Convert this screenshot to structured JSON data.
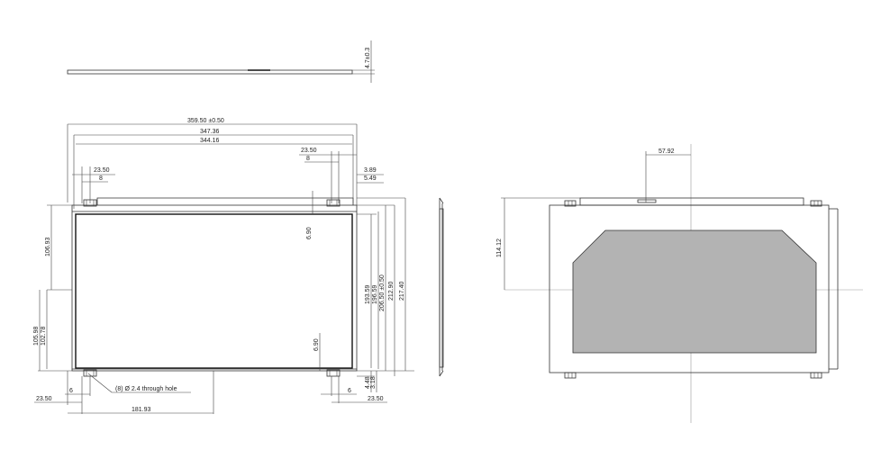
{
  "colors": {
    "line": "#333333",
    "dim": "#444444",
    "background": "#ffffff",
    "panel_fill": "#b3b3b3"
  },
  "side_view": {
    "thickness": "4.7±0.3"
  },
  "front_view": {
    "overall_width": "359.50 ±0.50",
    "width_2": "347.36",
    "width_3": "344.16",
    "top_left_offset": "23.50",
    "top_left_hole": "8",
    "top_right_offset": "23.50",
    "top_right_hole": "8",
    "right_top_1": "3.89",
    "right_top_2": "5.49",
    "tab_height": "6.90",
    "left_upper": "106.93",
    "left_lower_1": "105.98",
    "left_lower_2": "102.78",
    "lower_tab": "6.90",
    "height_1": "193.59",
    "height_2": "196.59",
    "height_3": "206.50 ±0.50",
    "height_4": "212.90",
    "height_5": "217.40",
    "bottom_small_1": "4.48",
    "bottom_small_2": "3.18",
    "bottom_left_gap": "6",
    "bottom_left_offset": "23.50",
    "bottom_center": "181.93",
    "bottom_right_gap": "6",
    "bottom_right_offset": "23.50",
    "hole_note": "(8) Ø 2.4 through hole"
  },
  "rear_view": {
    "top_offset": "57.92",
    "height_offset": "114.12"
  }
}
